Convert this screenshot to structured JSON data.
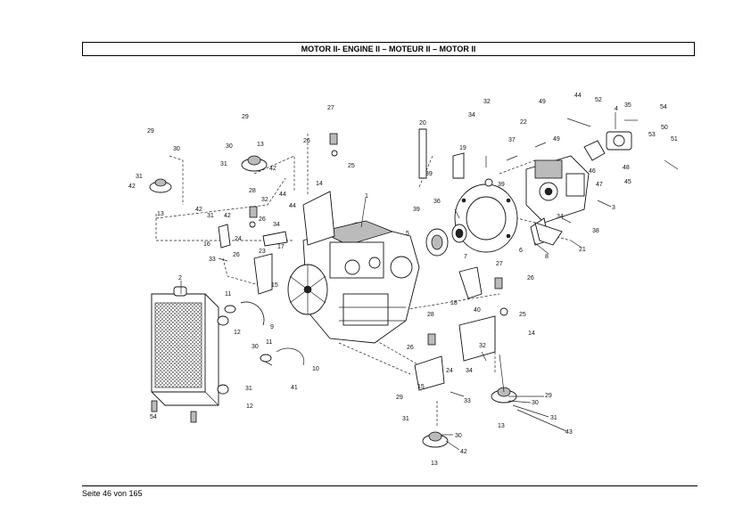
{
  "header": {
    "title": "MOTOR II- ENGINE II – MOTEUR II – MOTOR II"
  },
  "footer": {
    "page": "Seite 46 von 165"
  },
  "diagram": {
    "callouts": [
      "1",
      "2",
      "3",
      "4",
      "5",
      "6",
      "7",
      "8",
      "9",
      "10",
      "11",
      "11",
      "12",
      "12",
      "13",
      "13",
      "13",
      "13",
      "14",
      "14",
      "15",
      "15",
      "16",
      "17",
      "18",
      "19",
      "20",
      "21",
      "22",
      "23",
      "24",
      "24",
      "25",
      "25",
      "26",
      "26",
      "26",
      "26",
      "26",
      "27",
      "27",
      "28",
      "28",
      "29",
      "29",
      "29",
      "29",
      "30",
      "30",
      "30",
      "30",
      "30",
      "31",
      "31",
      "31",
      "31",
      "31",
      "31",
      "32",
      "32",
      "32",
      "33",
      "33",
      "34",
      "34",
      "34",
      "34",
      "35",
      "36",
      "37",
      "38",
      "39",
      "39",
      "39",
      "40",
      "41",
      "42",
      "42",
      "42",
      "42",
      "42",
      "43",
      "44",
      "44",
      "44",
      "45",
      "46",
      "47",
      "48",
      "49",
      "49",
      "50",
      "51",
      "52",
      "53",
      "54",
      "54"
    ]
  }
}
